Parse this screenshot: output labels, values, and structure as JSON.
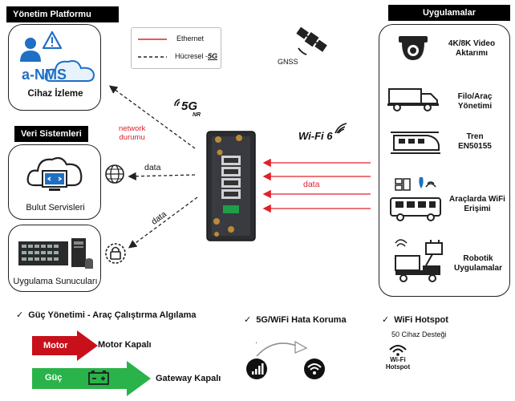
{
  "left_headers": {
    "management": "Yönetim Platformu",
    "data_systems": "Veri Sistemleri"
  },
  "right_header": "Uygulamalar",
  "nms": {
    "logo_text": "a-NMS",
    "caption": "Cihaz İzleme"
  },
  "cloud": {
    "caption": "Bulut  Servisleri"
  },
  "server": {
    "caption": "Uygulama Sunucuları"
  },
  "legend": {
    "ethernet": "Ethernet",
    "cellular_prefix": "Hücresel -",
    "cellular_5g": "5G"
  },
  "gnss": "GNSS",
  "fiveg_logo": {
    "main": "5G",
    "sub": "NR"
  },
  "network_status": {
    "line1": "network",
    "line2": "durumu"
  },
  "data_label_1": "data",
  "data_label_2": "data",
  "data_label_right": "data",
  "wifi6_logo": "Wi-Fi 6",
  "applications": [
    {
      "label": "4K/8K Video Aktarımı"
    },
    {
      "label": "Filo/Araç Yönetimi"
    },
    {
      "label": "Tren EN50155"
    },
    {
      "label": "Araçlarda WiFi Erişimi"
    },
    {
      "label": "Robotik Uygulamalar"
    }
  ],
  "features": {
    "power_title": "Güç Yönetimi  - Araç Çalıştırma Algılama",
    "motor_arrow": "Motor",
    "motor_result": "Motor Kapalı",
    "power_arrow": "Güç",
    "power_result": "Gateway Kapalı",
    "failover_title": "5G/WiFi Hata Koruma",
    "hotspot_title": "WiFi Hotspot",
    "hotspot_sub": "50 Cihaz Desteği",
    "hotspot_icon_text": "Wi-Fi\nHotspot",
    "checkmark": "✓"
  },
  "colors": {
    "ethernet_red": "#e0212b",
    "motor_red": "#c8101b",
    "power_green": "#29b34a",
    "nms_blue": "#1f6fc4"
  },
  "icons": [
    "warning-icon",
    "user-icon",
    "cloud-icon",
    "globe-icon",
    "lock-icon",
    "satellite-icon",
    "camera-icon",
    "truck-icon",
    "train-icon",
    "bus-icon",
    "robot-icon",
    "battery-icon",
    "signal-icon",
    "wifi-icon"
  ]
}
